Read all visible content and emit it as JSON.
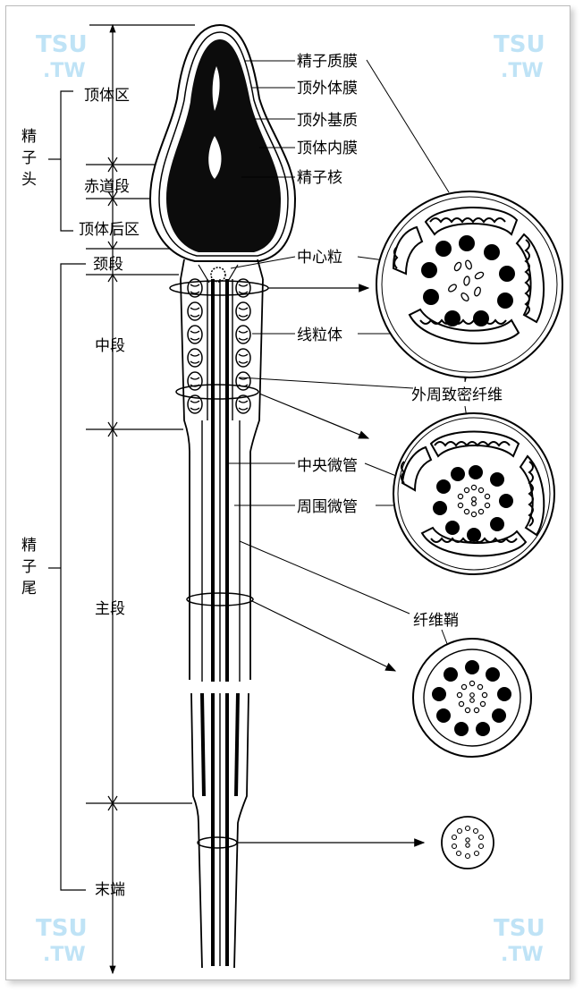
{
  "watermark": {
    "line1": "TSU",
    "line2": ".TW"
  },
  "left_labels": {
    "sperm_head": "精\n子\n头",
    "sperm_tail": "精\n子\n尾",
    "acrosome_region": "顶体区",
    "equatorial_segment": "赤道段",
    "postacrosomal_region": "顶体后区",
    "neck": "颈段",
    "middle_piece": "中段",
    "principal_piece": "主段",
    "end_piece": "末端"
  },
  "right_labels": {
    "plasma_membrane": "精子质膜",
    "outer_acrosomal_membrane": "顶外体膜",
    "acrosomal_matrix": "顶外基质",
    "inner_acrosomal_membrane": "顶体内膜",
    "nucleus": "精子核",
    "centriole": "中心粒",
    "mitochondria": "线粒体",
    "outer_dense_fibers": "外周致密纤维",
    "central_microtubules": "中央微管",
    "peripheral_microtubules": "周围微管",
    "fibrous_sheath": "纤维鞘"
  },
  "colors": {
    "ink": "#000000",
    "watermark": "#bfe3f6",
    "paper": "#ffffff"
  }
}
